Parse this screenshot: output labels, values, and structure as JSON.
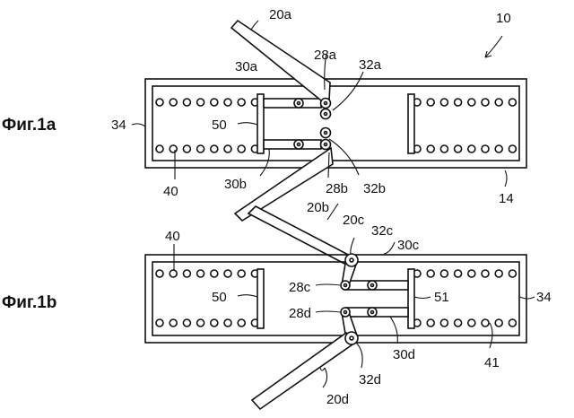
{
  "figures": {
    "fig1a": "Фиг.1a",
    "fig1b": "Фиг.1b"
  },
  "labels": {
    "l10": "10",
    "l20a": "20a",
    "l28a": "28a",
    "l32a": "32a",
    "l30a": "30a",
    "l34a": "34",
    "l50a": "50",
    "l40a": "40",
    "l30b": "30b",
    "l20b": "20b",
    "l28b": "28b",
    "l32b": "32b",
    "l14": "14",
    "l20c": "20c",
    "l32c": "32c",
    "l30c": "30c",
    "l40b": "40",
    "l28c": "28c",
    "l50b": "50",
    "l51": "51",
    "l34b": "34",
    "l28d": "28d",
    "l30d": "30d",
    "l41": "41",
    "l32d": "32d",
    "l20d": "20d"
  }
}
